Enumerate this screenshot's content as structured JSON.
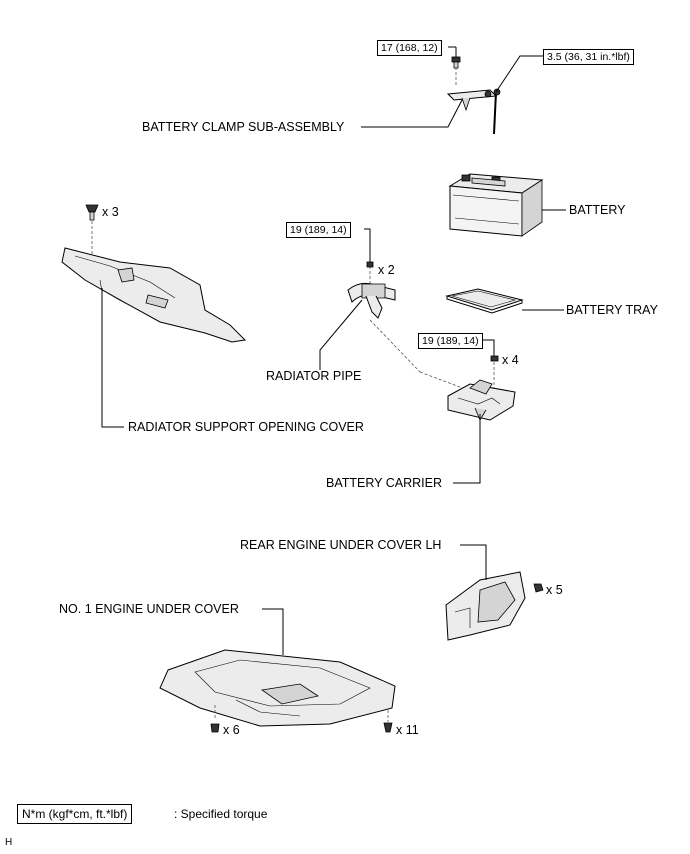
{
  "parts": {
    "battery_clamp": "BATTERY CLAMP SUB-ASSEMBLY",
    "battery": "BATTERY",
    "battery_tray": "BATTERY TRAY",
    "radiator_pipe": "RADIATOR PIPE",
    "radiator_support_cover": "RADIATOR SUPPORT OPENING COVER",
    "battery_carrier": "BATTERY CARRIER",
    "rear_engine_under_cover": "REAR ENGINE UNDER COVER LH",
    "engine_under_cover": "NO. 1 ENGINE UNDER COVER"
  },
  "torques": {
    "clamp_bolt": "17 (168, 12)",
    "clamp_rod": "3.5 (36, 31 in.*lbf)",
    "pipe_bolt": "19 (189, 14)",
    "carrier_bolt": "19 (189, 14)"
  },
  "quantities": {
    "clip_cover": "x 3",
    "pipe_bolt": "x 2",
    "carrier_bolt": "x 4",
    "rear_cover_fastener": "x 5",
    "under_cover_bolt": "x 6",
    "under_cover_clip": "x 11"
  },
  "legend": {
    "unit": "N*m (kgf*cm, ft.*lbf)",
    "description": ": Specified torque"
  },
  "footer_code": "H"
}
